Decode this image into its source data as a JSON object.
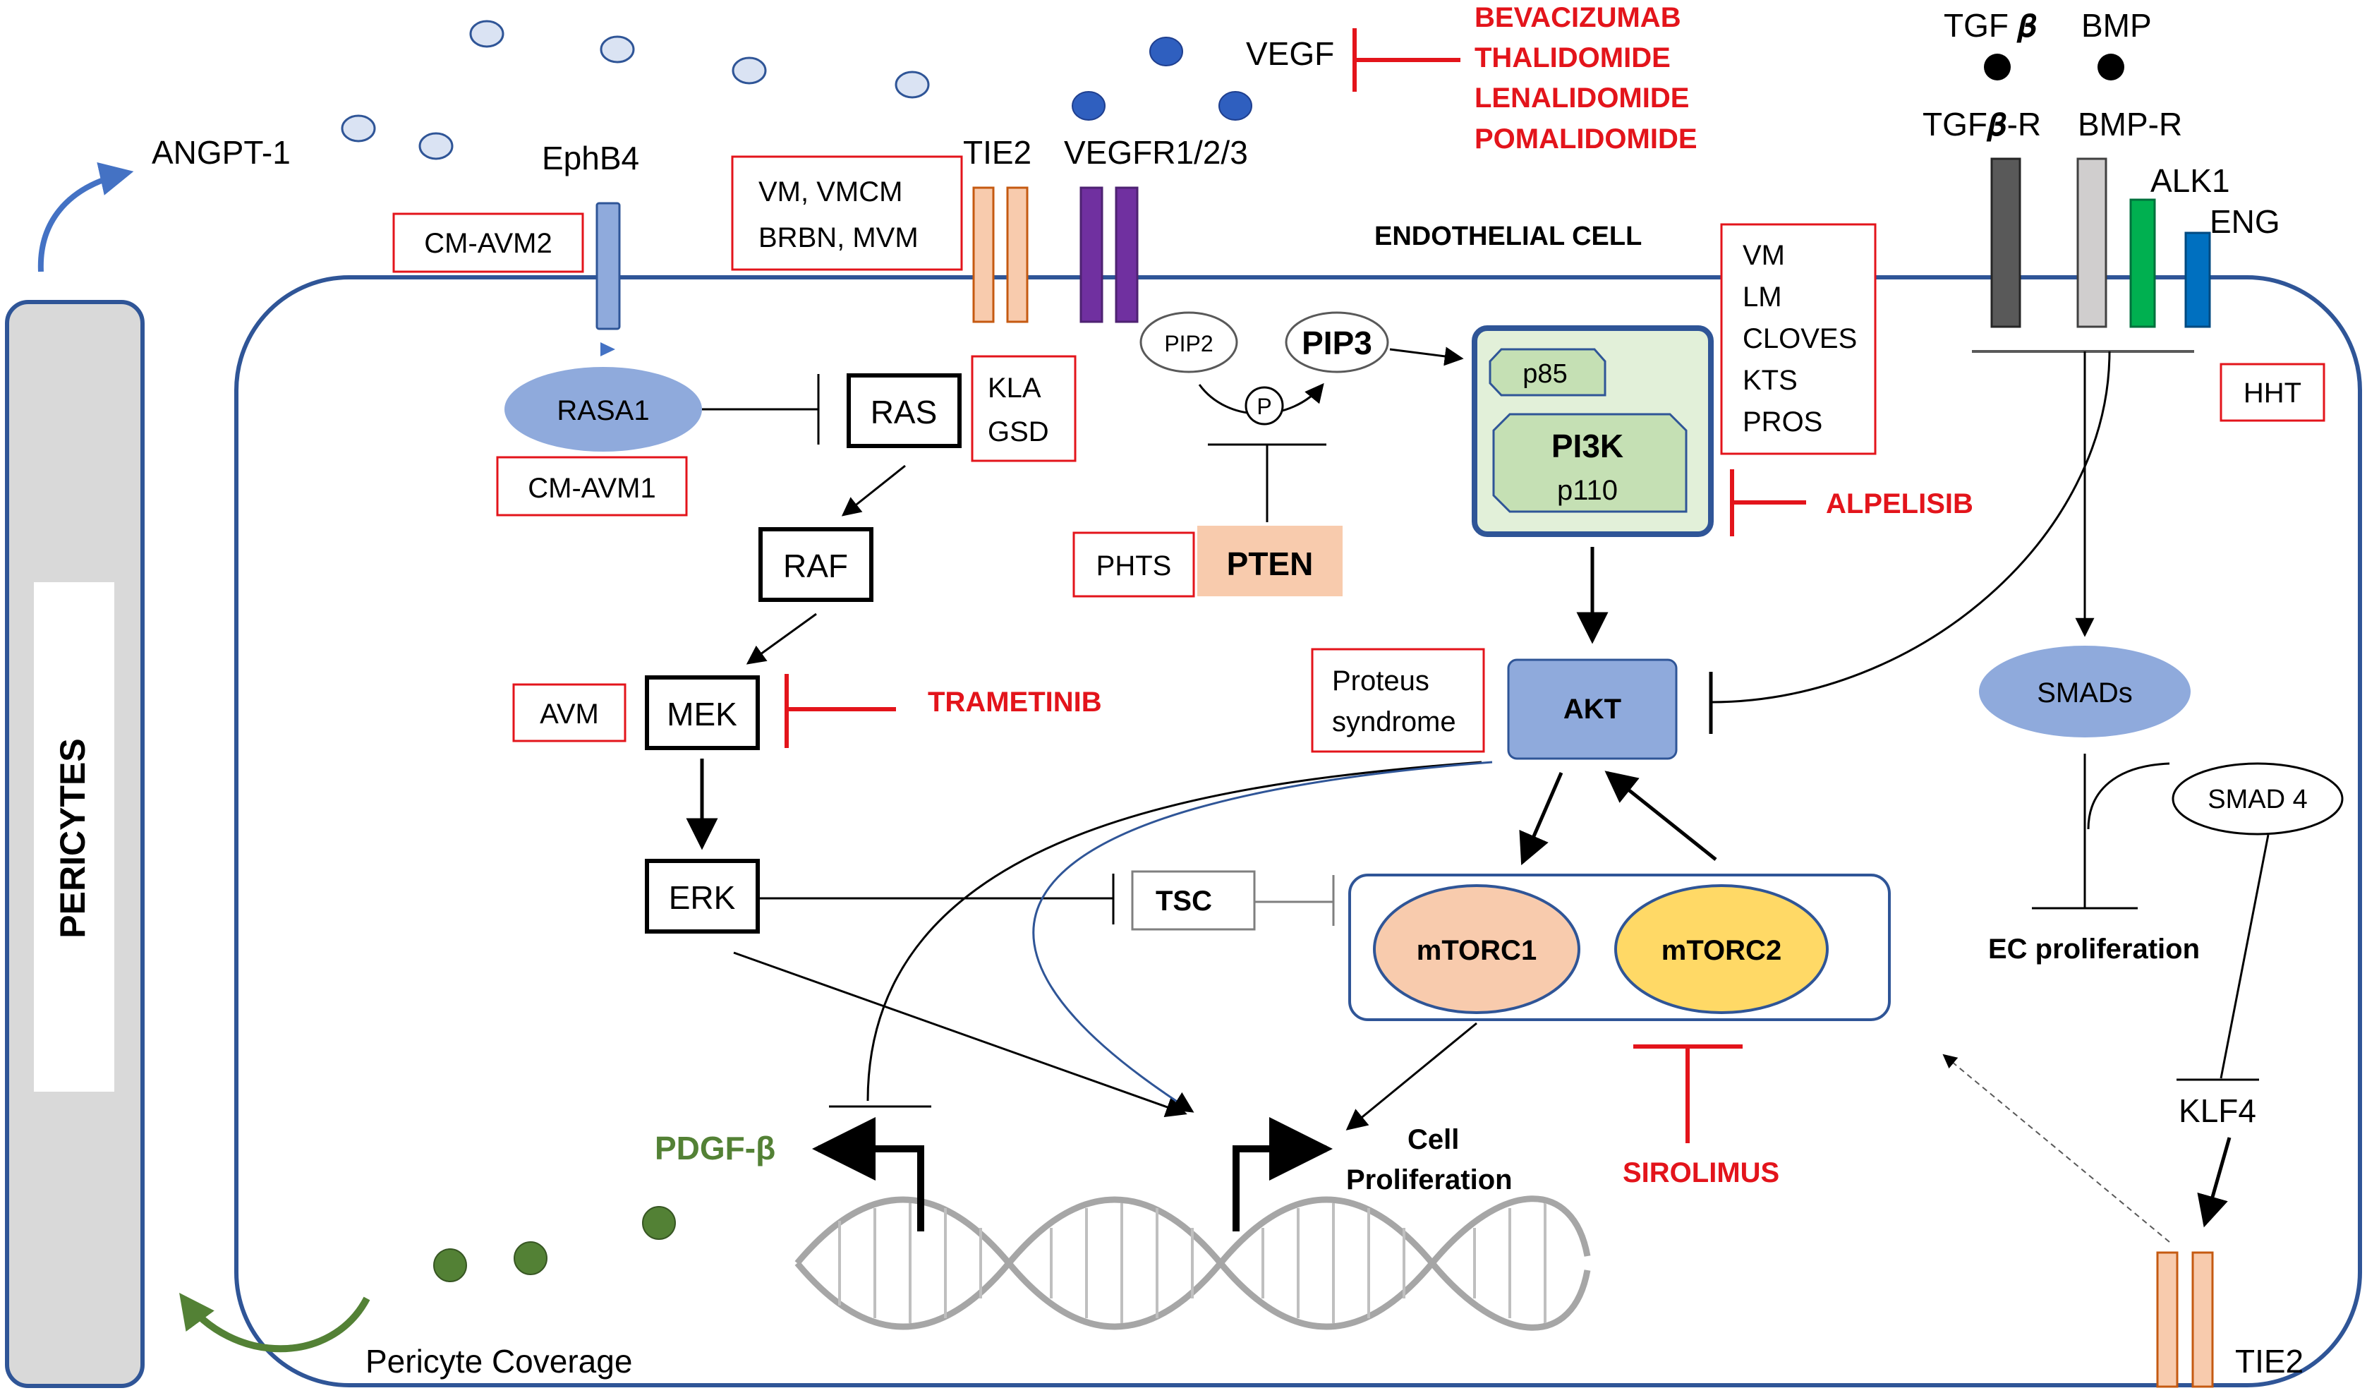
{
  "colors": {
    "membrane": "#2f5597",
    "red": "#e3141b",
    "green": "#538135",
    "blue_node": "#8faadc",
    "peach": "#f8cbad",
    "yellow": "#ffd966",
    "purple": "#7030a0",
    "pi3k_fill": "#e2f0d9",
    "pi3k_inner": "#c5e0b4",
    "pten_fill": "#f8cbad",
    "alk1_green": "#00b050",
    "eng_blue": "#0070c0"
  },
  "labels": {
    "angpt1": "ANGPT-1",
    "pericytes": "PERICYTES",
    "pericyte_coverage": "Pericyte Coverage",
    "endothelial_cell": "ENDOTHELIAL CELL",
    "ephb4": "EphB4",
    "tie2_top": "TIE2",
    "tie2_bottom": "TIE2",
    "vegfr": "VEGFR1/2/3",
    "vegf": "VEGF",
    "tgfb": "TGF 𝜷",
    "bmp": "BMP",
    "tgfbr": "TGF𝜷-R",
    "bmpr": "BMP-R",
    "alk1": "ALK1",
    "eng": "ENG",
    "pip2": "PIP2",
    "pip3": "PIP3",
    "p": "P",
    "pten": "PTEN",
    "p85": "p85",
    "pi3k": "PI3K",
    "p110": "p110",
    "rasa1": "RASA1",
    "ras": "RAS",
    "raf": "RAF",
    "mek": "MEK",
    "erk": "ERK",
    "akt": "AKT",
    "tsc": "TSC",
    "mtorc1": "mTORC1",
    "mtorc2": "mTORC2",
    "smads": "SMADs",
    "smad4": "SMAD 4",
    "ec_proliferation": "EC proliferation",
    "klf4": "KLF4",
    "pdgfb": "PDGF-β",
    "cell": "Cell",
    "proliferation": "Proliferation"
  },
  "disease_boxes": {
    "cm_avm2": "CM-AVM2",
    "cm_avm1": "CM-AVM1",
    "tie2_line1": "VM, VMCM",
    "tie2_line2": "BRBN, MVM",
    "kla": "KLA",
    "gsd": "GSD",
    "phts": "PHTS",
    "pik3ca_list": [
      "VM",
      "LM",
      "CLOVES",
      "KTS",
      "PROS"
    ],
    "hht": "HHT",
    "avm": "AVM",
    "proteus_line1": "Proteus",
    "proteus_line2": "syndrome"
  },
  "drugs": {
    "vegf_drugs": [
      "BEVACIZUMAB",
      "THALIDOMIDE",
      "LENALIDOMIDE",
      "POMALIDOMIDE"
    ],
    "alpelisib": "ALPELISIB",
    "trametinib": "TRAMETINIB",
    "sirolimus": "SIROLIMUS"
  }
}
